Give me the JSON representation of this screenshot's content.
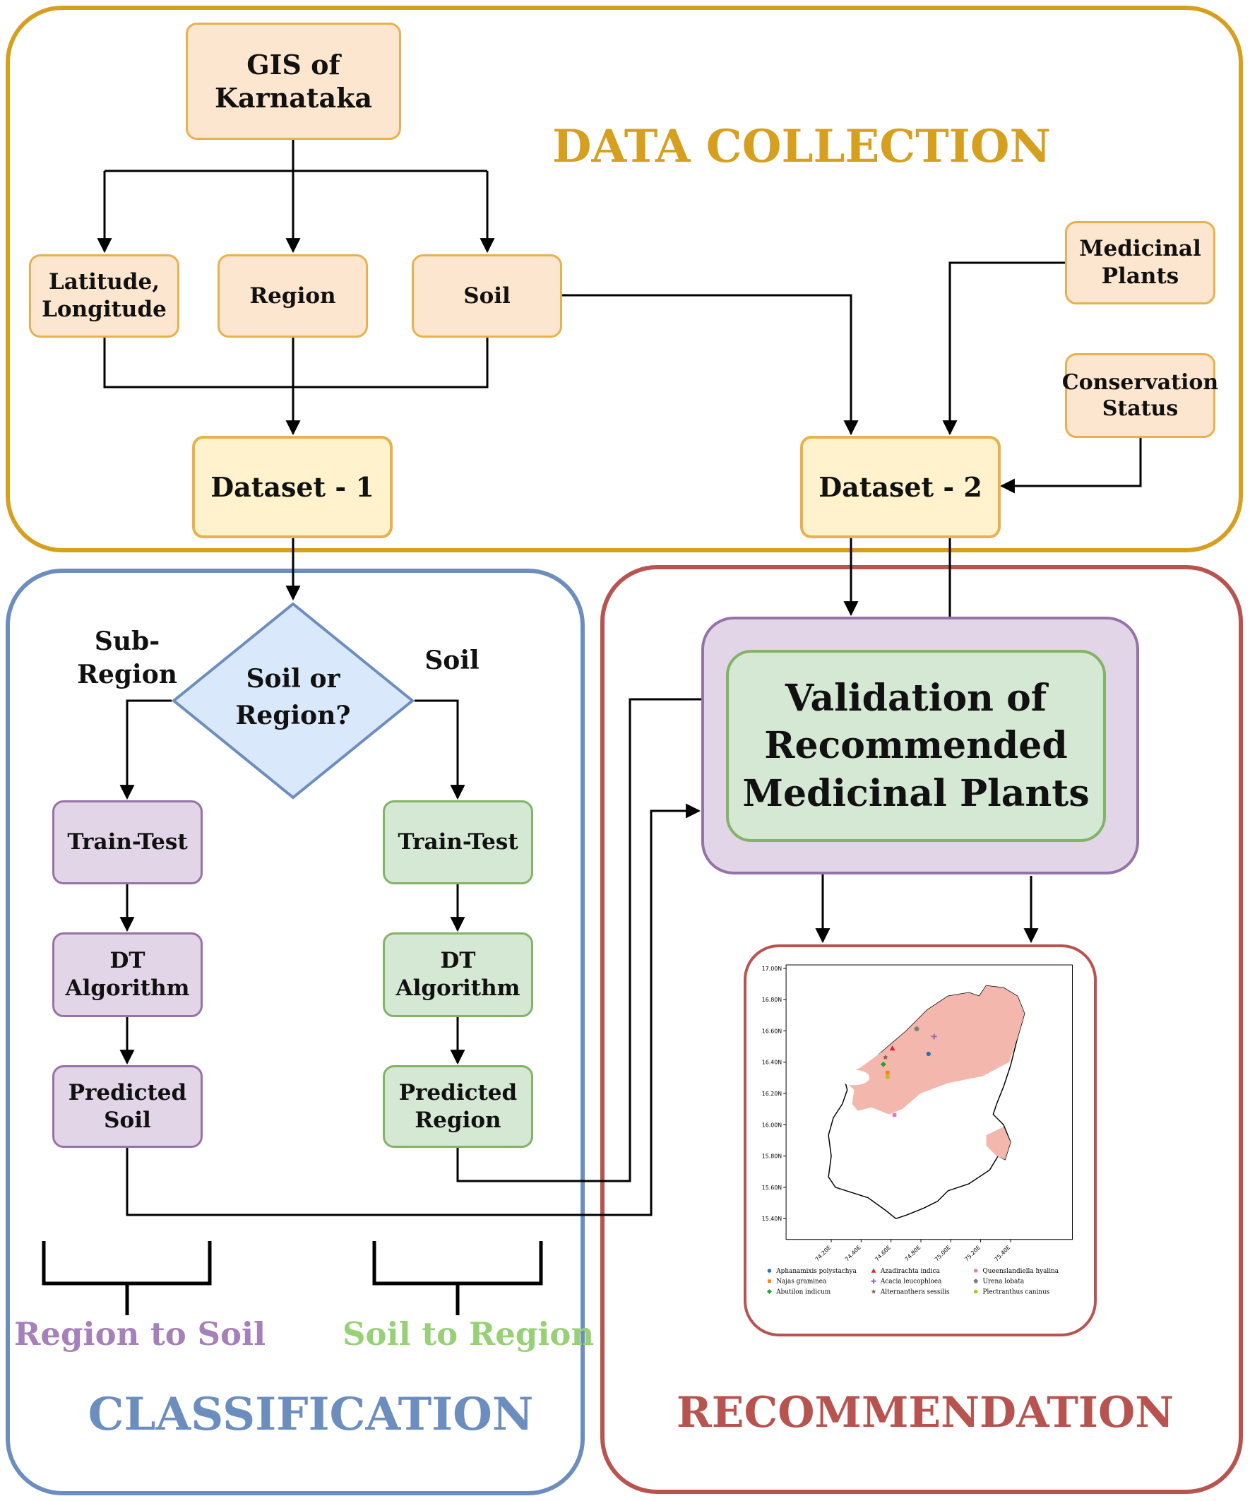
{
  "sections": {
    "data_collection": "DATA COLLECTION",
    "classification": "CLASSIFICATION",
    "recommendation": "RECOMMENDATION"
  },
  "nodes": {
    "gis": "GIS of\nKarnataka",
    "latlon": "Latitude,\nLongitude",
    "region": "Region",
    "soil": "Soil",
    "medicinal_plants": "Medicinal\nPlants",
    "conservation_status": "Conservation\nStatus",
    "dataset1": "Dataset - 1",
    "dataset2": "Dataset - 2",
    "decision": "Soil or\nRegion?",
    "branch_left": "Sub-\nRegion",
    "branch_right": "Soil",
    "left_traintest": "Train-Test",
    "left_dt": "DT\nAlgorithm",
    "left_predicted": "Predicted\nSoil",
    "right_traintest": "Train-Test",
    "right_dt": "DT\nAlgorithm",
    "right_predicted": "Predicted\nRegion",
    "validation": "Validation of\nRecommended\nMedicinal Plants"
  },
  "brackets": {
    "left": "Region to Soil",
    "right": "Soil to Region"
  },
  "colors": {
    "data_collection": "#d6a01e",
    "classification": "#6c8ebf",
    "recommendation": "#b85450",
    "region_to_soil": "#a680b8",
    "soil_to_region": "#97d077",
    "map_fill": "#f4b7ad"
  },
  "map": {
    "y_ticks": [
      "17.00N",
      "16.80N",
      "16.60N",
      "16.40N",
      "16.20N",
      "16.00N",
      "15.80N",
      "15.60N",
      "15.40N"
    ],
    "x_ticks": [
      "74.20E",
      "74.40E",
      "74.60E",
      "74.80E",
      "75.00E",
      "75.20E",
      "75.40E"
    ],
    "legend": [
      {
        "name": "Aphanamixis polystachya",
        "color": "#1f77b4",
        "marker": "circle"
      },
      {
        "name": "Azadirachta indica",
        "color": "#d62728",
        "marker": "triangle"
      },
      {
        "name": "Queenslandiella hyalina",
        "color": "#e377c2",
        "marker": "square"
      },
      {
        "name": "Najas graminea",
        "color": "#ff7f0e",
        "marker": "square"
      },
      {
        "name": "Acacia leucophloea",
        "color": "#9467bd",
        "marker": "plus"
      },
      {
        "name": "Urena lobata",
        "color": "#7f7f7f",
        "marker": "pentagon"
      },
      {
        "name": "Abutilon indicum",
        "color": "#2ca02c",
        "marker": "diamond"
      },
      {
        "name": "Alternanthera sessilis",
        "color": "#8c564b",
        "marker": "star"
      },
      {
        "name": "Plectranthus caninus",
        "color": "#bcbd22",
        "marker": "circle"
      }
    ]
  }
}
